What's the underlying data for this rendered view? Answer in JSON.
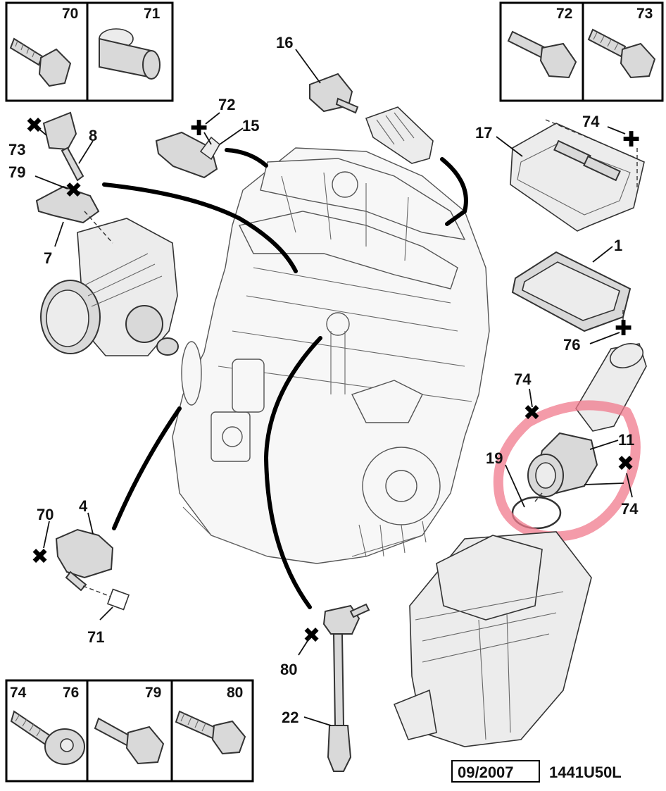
{
  "callouts": {
    "n1": "1",
    "n4": "4",
    "n7": "7",
    "n8": "8",
    "n11": "11",
    "n15": "15",
    "n16": "16",
    "n17": "17",
    "n19": "19",
    "n22": "22",
    "n70a": "70",
    "n71a": "71",
    "n72a": "72",
    "n73a": "73",
    "n74a": "74",
    "n74b": "74",
    "n74c": "74",
    "n76a": "76",
    "n79a": "79",
    "n80a": "80"
  },
  "fastener_boxes": {
    "top_left": [
      "70",
      "71"
    ],
    "top_right": [
      "72",
      "73"
    ],
    "bottom_left": [
      "74",
      "76",
      "79",
      "80"
    ]
  },
  "footer": {
    "date": "09/2007",
    "reference": "1441U50L"
  },
  "colors": {
    "highlight": "#f07a8c",
    "line": "#000000",
    "part_fill": "#d9d9d9"
  }
}
